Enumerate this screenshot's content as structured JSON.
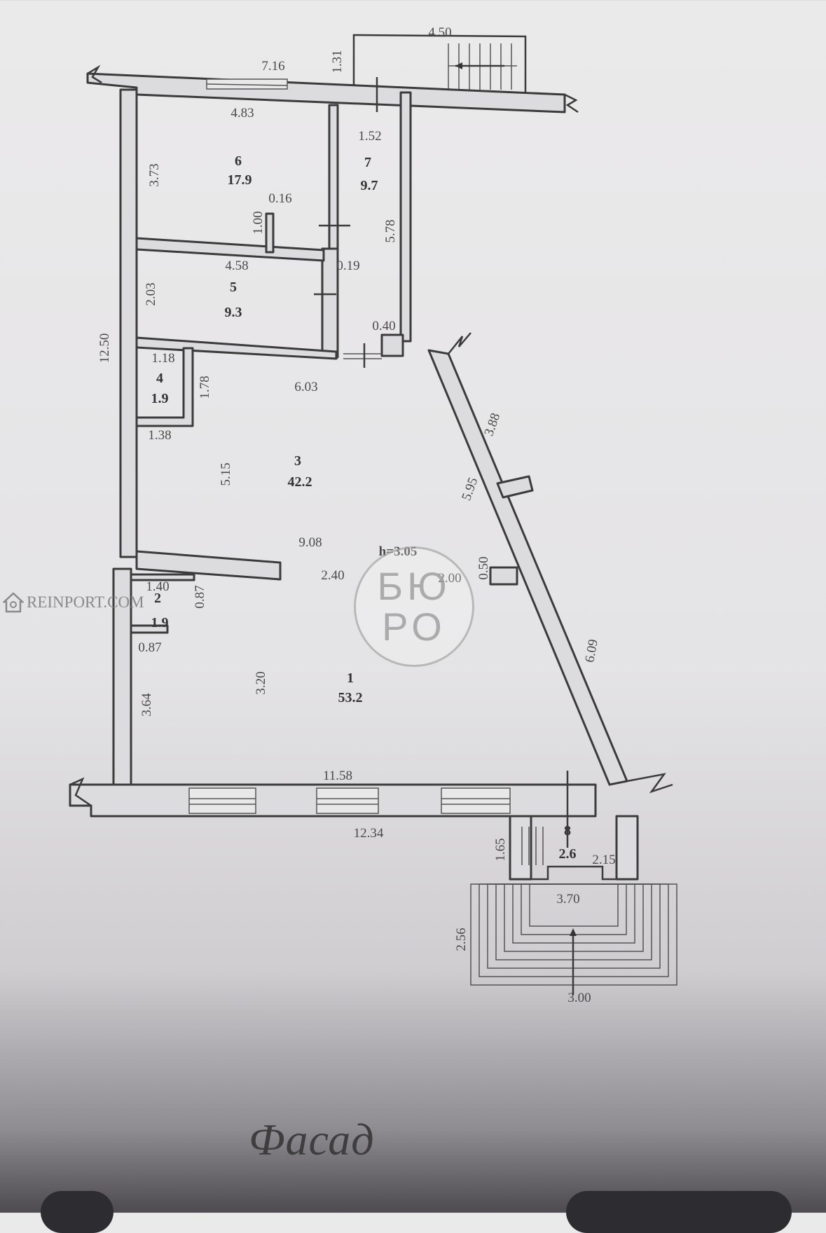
{
  "plan": {
    "rooms": [
      {
        "number": "1",
        "area": "53.2"
      },
      {
        "number": "2",
        "area": "1.9"
      },
      {
        "number": "3",
        "area": "42.2"
      },
      {
        "number": "4",
        "area": "1.9"
      },
      {
        "number": "5",
        "area": "9.3"
      },
      {
        "number": "6",
        "area": "17.9"
      },
      {
        "number": "7",
        "area": "9.7"
      },
      {
        "number": "8",
        "area": "2.6"
      }
    ],
    "dimensions": [
      "4.50",
      "7.16",
      "1.31",
      "4.83",
      "1.52",
      "3.73",
      "0.16",
      "1.00",
      "5.78",
      "4.58",
      "0.19",
      "2.03",
      "0.40",
      "12.50",
      "1.18",
      "1.78",
      "6.03",
      "1.38",
      "3.88",
      "5.15",
      "5.95",
      "9.08",
      "h=3.05",
      "2.40",
      "2.00",
      "0.50",
      "1.40",
      "0.87",
      "0.87",
      "6.09",
      "3.20",
      "3.64",
      "11.58",
      "12.34",
      "1.65",
      "2.15",
      "3.70",
      "2.56",
      "3.00"
    ]
  },
  "watermark": {
    "site": "REINPORT.COM",
    "icon": "house-icon"
  },
  "stamp": {
    "line1": "БЮ",
    "line2": "РО"
  },
  "caption": "Фасад"
}
